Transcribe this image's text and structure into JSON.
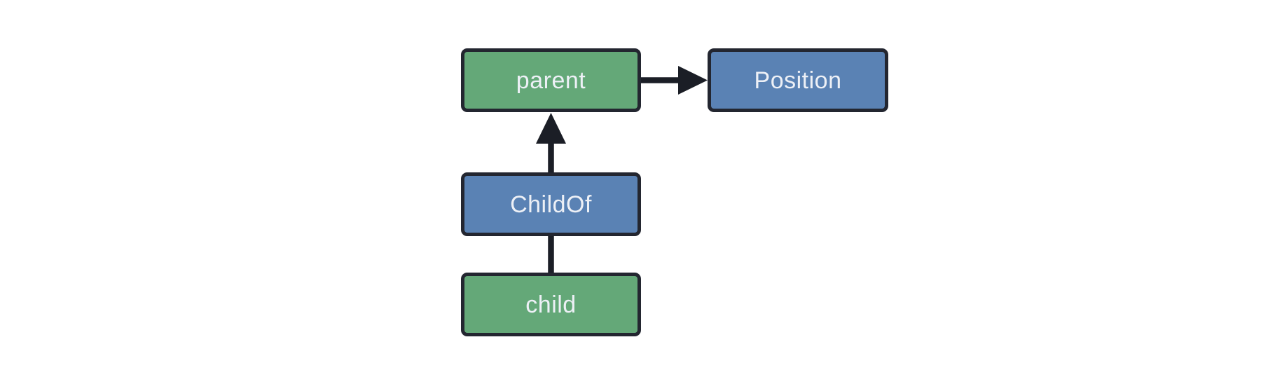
{
  "diagram": {
    "background": "#ffffff",
    "border_color": "#232630",
    "arrow_color": "#1b1e26",
    "text_color": "#edf0f6",
    "node_colors": {
      "entity": "#64a878",
      "component": "#5a82b4"
    },
    "nodes": [
      {
        "id": "parent",
        "label": "parent",
        "type": "entity"
      },
      {
        "id": "position",
        "label": "Position",
        "type": "component"
      },
      {
        "id": "childof",
        "label": "ChildOf",
        "type": "component"
      },
      {
        "id": "child",
        "label": "child",
        "type": "entity"
      }
    ],
    "edges": [
      {
        "from": "parent",
        "to": "position",
        "style": "arrow",
        "direction": "right"
      },
      {
        "from": "childof",
        "to": "parent",
        "style": "arrow",
        "direction": "up"
      },
      {
        "from": "child",
        "to": "childof",
        "style": "line",
        "direction": "up"
      }
    ]
  }
}
